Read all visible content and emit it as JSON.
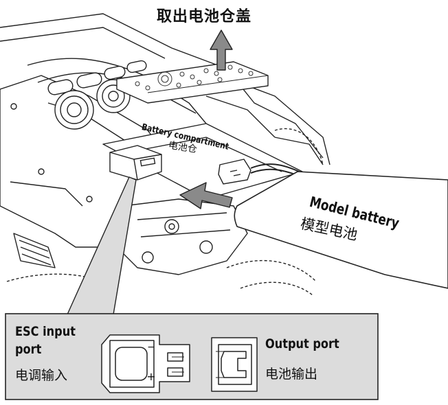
{
  "title": "取出电池仓盖",
  "compartment": {
    "label_en": "Battery compartment",
    "label_cn": "电池仓"
  },
  "battery": {
    "label_en": "Model battery",
    "label_cn": "模型电池"
  },
  "inset": {
    "esc_label_en_line1": "ESC input",
    "esc_label_en_line2": "port",
    "esc_label_cn": "电调输入",
    "output_label_en": "Output port",
    "output_label_cn": "电池输出",
    "polarity_minus": "−",
    "polarity_plus": "+"
  },
  "colors": {
    "arrow_fill": "#8a8a8a",
    "inset_bg": "#dcdcdc",
    "outline": "#222222"
  }
}
